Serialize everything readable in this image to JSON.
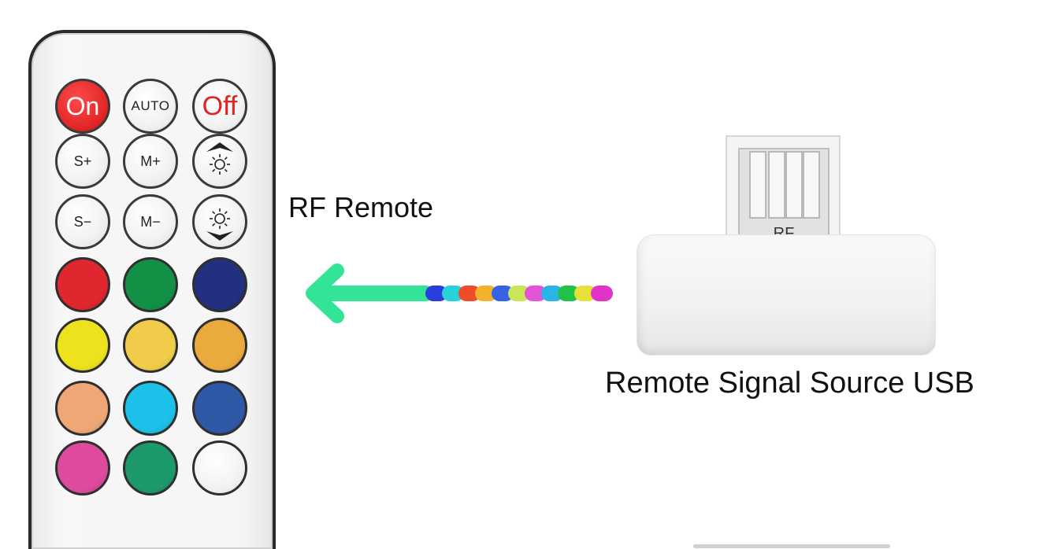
{
  "labels": {
    "rf_remote": "RF Remote",
    "usb": "Remote Signal Source USB",
    "usb_mark": "RF"
  },
  "remote": {
    "rows": [
      [
        {
          "kind": "on",
          "text": "On"
        },
        {
          "kind": "text",
          "text": "AUTO"
        },
        {
          "kind": "off",
          "text": "Off"
        }
      ],
      [
        {
          "kind": "text",
          "text": "S+"
        },
        {
          "kind": "text",
          "text": "M+"
        },
        {
          "kind": "icon",
          "icon": "brightness-up-icon"
        }
      ],
      [
        {
          "kind": "text",
          "text": "S−"
        },
        {
          "kind": "text",
          "text": "M−"
        },
        {
          "kind": "icon",
          "icon": "brightness-down-icon"
        }
      ],
      [
        {
          "kind": "color",
          "color": "#e0262e"
        },
        {
          "kind": "color",
          "color": "#129046"
        },
        {
          "kind": "color",
          "color": "#23307f"
        }
      ],
      [
        {
          "kind": "color",
          "color": "#ede21d"
        },
        {
          "kind": "color",
          "color": "#f0cc4a"
        },
        {
          "kind": "color",
          "color": "#ebaa3d"
        }
      ],
      [
        {
          "kind": "color",
          "color": "#efa776"
        },
        {
          "kind": "color",
          "color": "#1cc0e8"
        },
        {
          "kind": "color",
          "color": "#2f58a6"
        }
      ],
      [
        {
          "kind": "color",
          "color": "#dd4a9e"
        },
        {
          "kind": "color",
          "color": "#1c9a6b"
        },
        {
          "kind": "color",
          "color": "#f7f7f7"
        }
      ]
    ]
  },
  "signal": {
    "arrow_color": "#33e497",
    "dot_colors": [
      "#2a3ee0",
      "#26d3d9",
      "#f24b2a",
      "#f2b32a",
      "#3563e8",
      "#c9e65a",
      "#e254d6",
      "#2ab4e8",
      "#22c24a",
      "#e8e03a",
      "#e233c8"
    ]
  }
}
